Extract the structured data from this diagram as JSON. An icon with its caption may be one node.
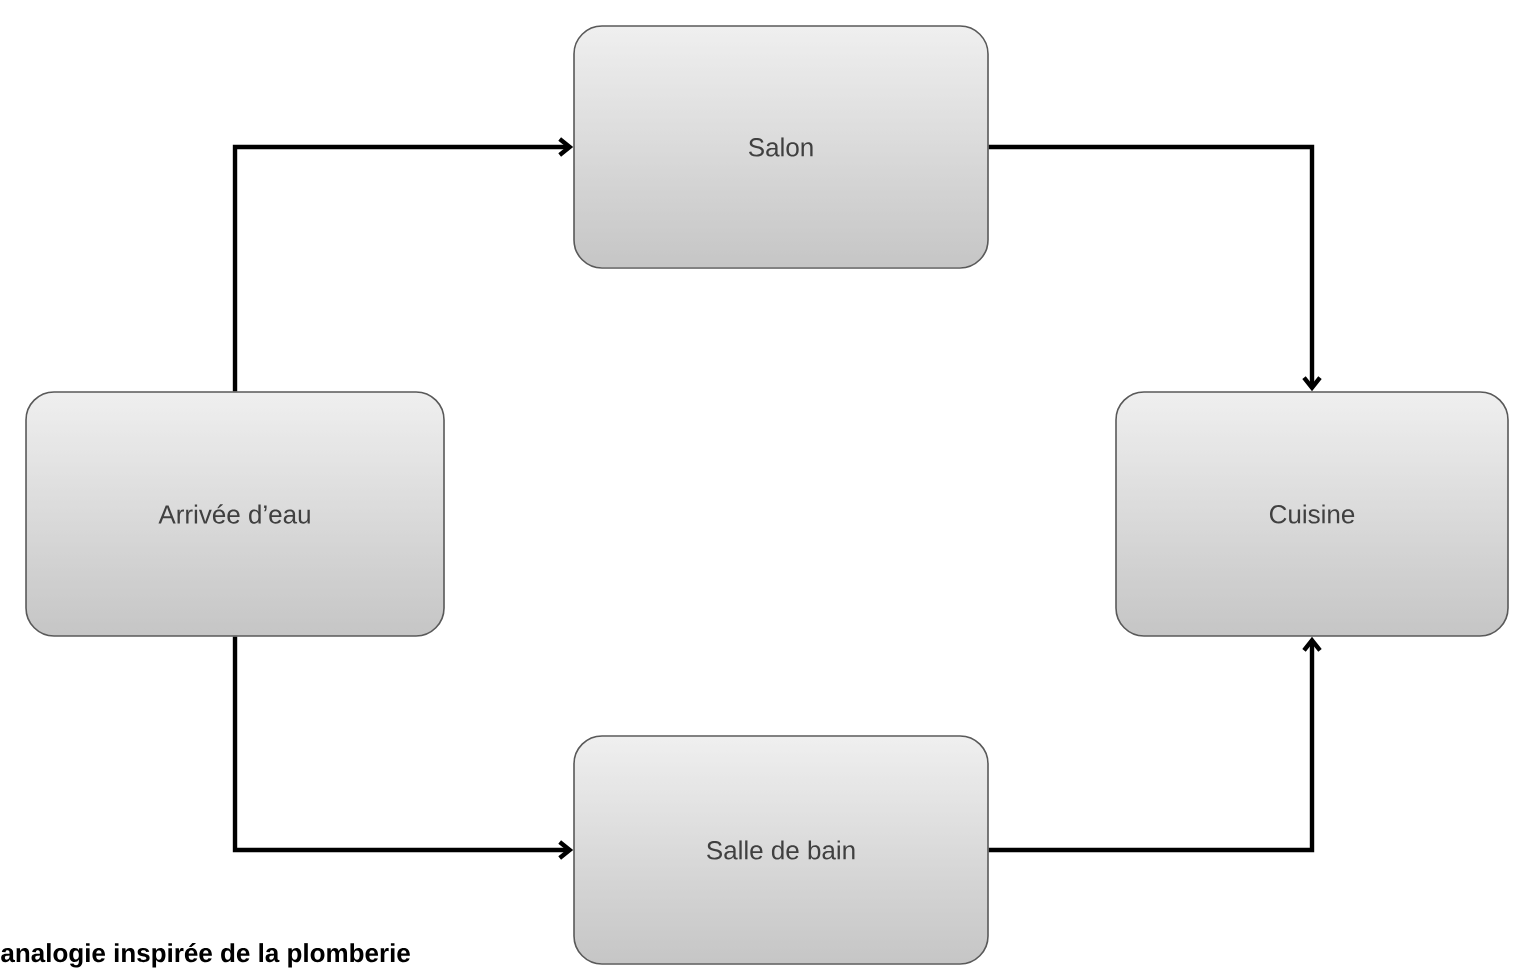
{
  "diagram": {
    "nodes": [
      {
        "text": [
          "Salon"
        ]
      },
      {
        "text": [
          "Arrivée d’eau"
        ]
      },
      {
        "text": [
          "Cuisine"
        ]
      },
      {
        "text": [
          "Salle de bain"
        ]
      }
    ],
    "edges": [
      {
        "from": 1,
        "to": 0,
        "arrow": "to"
      },
      {
        "from": 1,
        "to": 3,
        "arrow": "to"
      },
      {
        "from": 0,
        "to": 2,
        "arrow": "to"
      },
      {
        "from": 3,
        "to": 2,
        "arrow": "to"
      }
    ],
    "labels": [
      "analogie inspirée de la plomberie"
    ]
  }
}
